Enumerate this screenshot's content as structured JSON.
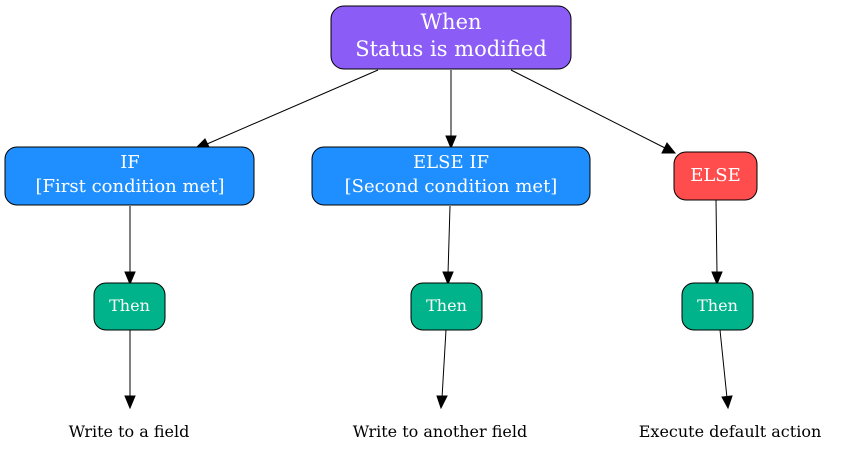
{
  "nodes": {
    "trigger": {
      "line1": "When",
      "line2": "Status is modified",
      "color": "#8b5cf6"
    },
    "if_node": {
      "line1": "IF",
      "line2": "[First condition met]",
      "color": "#1f8fff"
    },
    "elseif_node": {
      "line1": "ELSE IF",
      "line2": "[Second condition met]",
      "color": "#1f8fff"
    },
    "else_node": {
      "line1": "ELSE",
      "color": "#ff4d4d"
    },
    "then_1": {
      "label": "Then",
      "color": "#00b38a"
    },
    "then_2": {
      "label": "Then",
      "color": "#00b38a"
    },
    "then_3": {
      "label": "Then",
      "color": "#00b38a"
    }
  },
  "actions": {
    "action_1": "Write to a field",
    "action_2": "Write to another field",
    "action_3": "Execute default action"
  },
  "edges": [
    {
      "from": "trigger",
      "to": "if_node"
    },
    {
      "from": "trigger",
      "to": "elseif_node"
    },
    {
      "from": "trigger",
      "to": "else_node"
    },
    {
      "from": "if_node",
      "to": "then_1"
    },
    {
      "from": "elseif_node",
      "to": "then_2"
    },
    {
      "from": "else_node",
      "to": "then_3"
    },
    {
      "from": "then_1",
      "to": "action_1"
    },
    {
      "from": "then_2",
      "to": "action_2"
    },
    {
      "from": "then_3",
      "to": "action_3"
    }
  ]
}
